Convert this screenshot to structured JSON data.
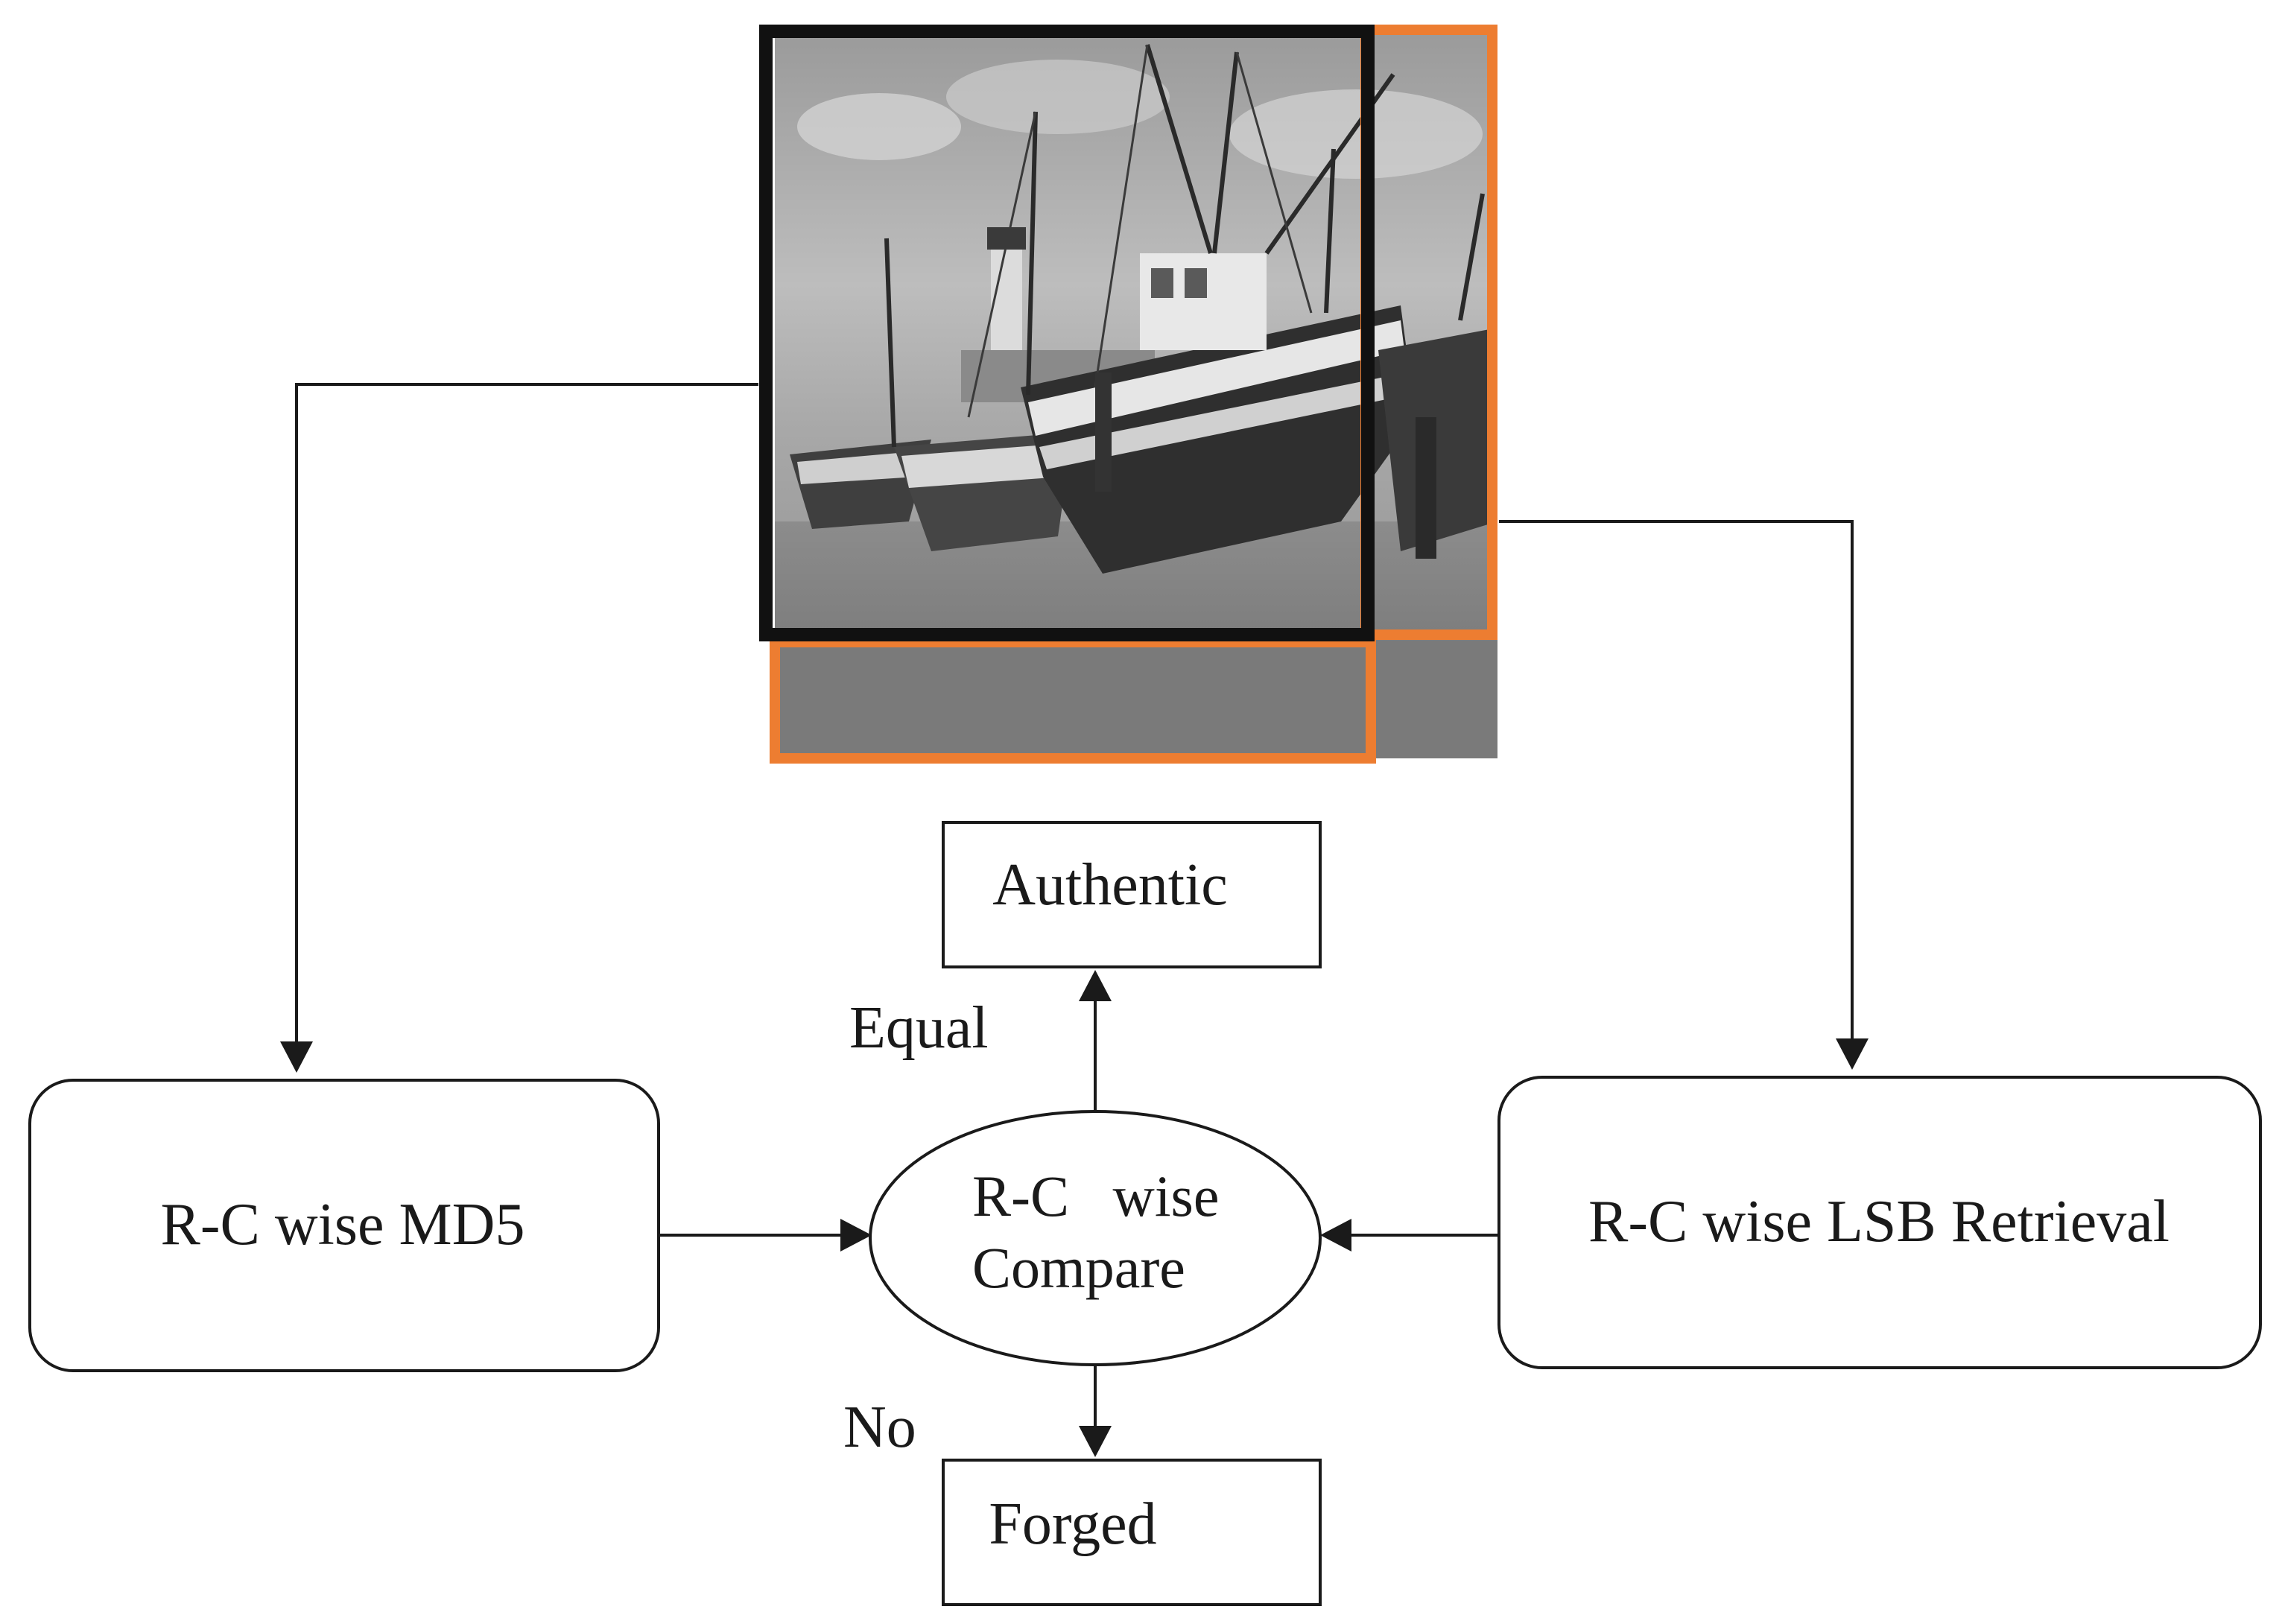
{
  "nodes": {
    "md5": {
      "label": "R-C wise MD5"
    },
    "lsb": {
      "label": "R-C wise LSB Retrieval"
    },
    "compare": {
      "line1": "R-C   wise",
      "line2": "Compare"
    },
    "authentic": {
      "label": "Authentic"
    },
    "forged": {
      "label": "Forged"
    }
  },
  "edges": {
    "equal": {
      "label": "Equal"
    },
    "no": {
      "label": "No"
    }
  },
  "image": {
    "description_icon": "grayscale-harbor-boats-photo",
    "frame_colors": {
      "primary": "#111111",
      "shifted": "#ED7D31"
    }
  }
}
